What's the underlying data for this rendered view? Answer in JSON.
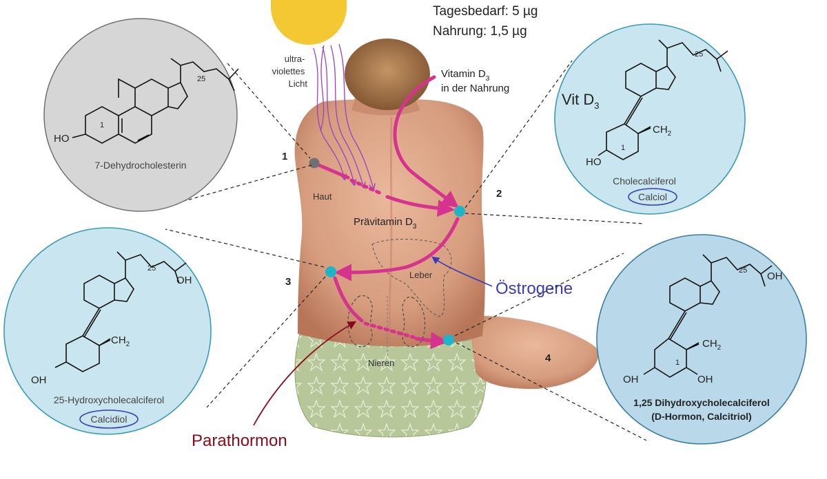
{
  "header": {
    "daily_need": "Tagesbedarf: 5 µg",
    "food_intake": "Nahrung: 1,5 µg"
  },
  "sun": {
    "uv_label_lines": [
      "ultra-",
      "violettes",
      "Licht"
    ]
  },
  "nutrition_label": {
    "line1_main": "Vitamin D",
    "line1_sub": "3",
    "line2": "in der Nahrung"
  },
  "body_labels": {
    "haut": "Haut",
    "previtamin_main": "Prävitamin D",
    "previtamin_sub": "3",
    "leber": "Leber",
    "nieren": "Nieren"
  },
  "steps": {
    "s1": "1",
    "s2": "2",
    "s3": "3",
    "s4": "4"
  },
  "regulators": {
    "oestrogene": "Östrogene",
    "parathormon": "Parathormon"
  },
  "molecules": {
    "dehydro": {
      "name": "7-Dehydrocholesterin",
      "ho": "HO",
      "pos25": "25",
      "pos1": "1"
    },
    "calciol": {
      "tag_main": "Vit D",
      "tag_sub": "3",
      "ch2": "CH",
      "ch2_sub": "2",
      "ho": "HO",
      "pos25": "25",
      "pos1": "1",
      "name": "Cholecalciferol",
      "short": "Calciol"
    },
    "calcidiol": {
      "ch2": "CH",
      "ch2_sub": "2",
      "oh_ring": "OH",
      "oh_chain": "OH",
      "pos25": "25",
      "name": "25-Hydroxycholecalciferol",
      "short": "Calcidiol"
    },
    "calcitriol": {
      "ch2": "CH",
      "ch2_sub": "2",
      "oh_left": "OH",
      "oh_right": "OH",
      "oh_chain": "OH",
      "pos25": "25",
      "pos1": "1",
      "name_line1": "1,25 Dihydroxycholecalciferol",
      "name_line2": "(D-Hormon, Calcitriol)"
    }
  },
  "colors": {
    "pathway": "#d6338f",
    "uv": "#9b3fc4",
    "oestrogene": "#3b3bb8",
    "parathormon": "#8b0a1a",
    "skin": "#d9a083",
    "skin_shadow": "#b8735a",
    "hair": "#9c6a3c",
    "cloth": "#b7c79a",
    "sun": "#f4c832",
    "circle_gray": "#d6d6d6",
    "circle_blue": "#c9e6f0",
    "circle_blue_dark": "#b9d8ea",
    "node_teal": "#1fb5c9",
    "node_gray": "#707070"
  }
}
